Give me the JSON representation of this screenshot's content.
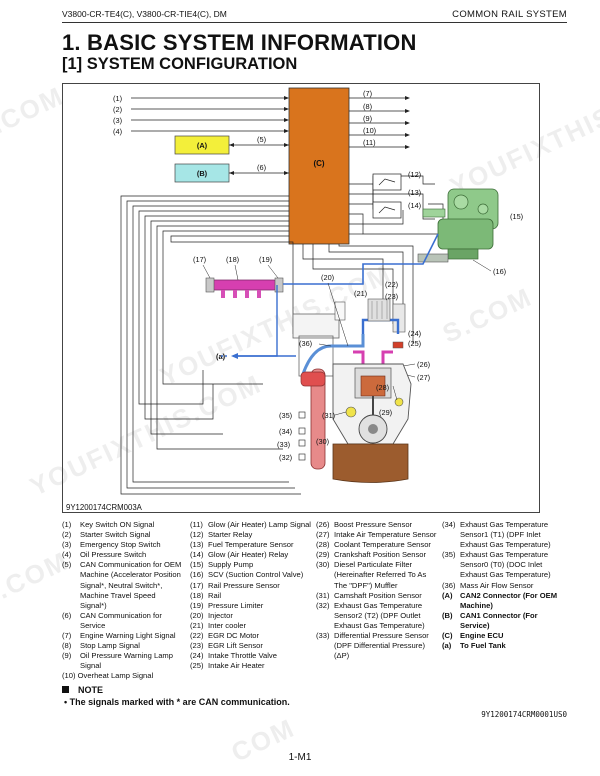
{
  "header": {
    "left": "V3800-CR-TE4(C), V3800-CR-TIE4(C), DM",
    "right": "COMMON RAIL SYSTEM"
  },
  "title": "1.   BASIC SYSTEM INFORMATION",
  "subtitle": "[1]   SYSTEM CONFIGURATION",
  "figure": {
    "code": "9Y1200174CRM003A",
    "left_inputs": [
      "(1)",
      "(2)",
      "(3)",
      "(4)"
    ],
    "right_outputs": [
      "(7)",
      "(8)",
      "(9)",
      "(10)",
      "(11)"
    ],
    "box_a": "(A)",
    "box_b": "(B)",
    "box_c": "(C)",
    "line_5": "(5)",
    "line_6": "(6)",
    "callouts": [
      "(12)",
      "(13)",
      "(14)",
      "(15)",
      "(16)",
      "(17)",
      "(18)",
      "(19)",
      "(20)",
      "(21)",
      "(22)",
      "(23)",
      "(24)",
      "(25)",
      "(26)",
      "(27)",
      "(28)",
      "(29)",
      "(30)",
      "(31)",
      "(32)",
      "(33)",
      "(34)",
      "(35)",
      "(36)"
    ],
    "fuel_tank": "(a)",
    "colors": {
      "ecu": "#d9741d",
      "box_a": "#f3ef3a",
      "box_b": "#a6e6e6",
      "pump": "#8fc98a",
      "intake": "#5a8fd6",
      "egr": "#d63fb0",
      "engine": "#cc6a3c",
      "oilpan": "#9c5c2e"
    }
  },
  "legend": {
    "col1": [
      {
        "n": "(1)",
        "t": "Key Switch ON Signal"
      },
      {
        "n": "(2)",
        "t": "Starter Switch Signal"
      },
      {
        "n": "(3)",
        "t": "Emergency Stop Switch"
      },
      {
        "n": "(4)",
        "t": "Oil Pressure Switch"
      },
      {
        "n": "(5)",
        "t": "CAN Communication for OEM Machine (Accelerator Position Signal*, Neutral Switch*, Machine Travel Speed Signal*)"
      },
      {
        "n": "(6)",
        "t": "CAN Communication for Service"
      },
      {
        "n": "(7)",
        "t": "Engine Warning Light Signal"
      },
      {
        "n": "(8)",
        "t": "Stop Lamp Signal"
      },
      {
        "n": "(9)",
        "t": "Oil Pressure Warning Lamp Signal"
      },
      {
        "n": "",
        "t": "(10) Overheat Lamp Signal"
      }
    ],
    "col2": [
      {
        "n": "(11)",
        "t": "Glow (Air Heater) Lamp Signal"
      },
      {
        "n": "(12)",
        "t": "Starter Relay"
      },
      {
        "n": "(13)",
        "t": "Fuel Temperature Sensor"
      },
      {
        "n": "(14)",
        "t": "Glow (Air Heater) Relay"
      },
      {
        "n": "(15)",
        "t": "Supply Pump"
      },
      {
        "n": "(16)",
        "t": "SCV (Suction Control Valve)"
      },
      {
        "n": "(17)",
        "t": "Rail Pressure Sensor"
      },
      {
        "n": "(18)",
        "t": "Rail"
      },
      {
        "n": "(19)",
        "t": "Pressure Limiter"
      },
      {
        "n": "(20)",
        "t": "Injector"
      },
      {
        "n": "(21)",
        "t": "Inter cooler"
      },
      {
        "n": "(22)",
        "t": "EGR DC Motor"
      },
      {
        "n": "(23)",
        "t": "EGR Lift Sensor"
      },
      {
        "n": "(24)",
        "t": "Intake Throttle Valve"
      },
      {
        "n": "(25)",
        "t": "Intake Air Heater"
      }
    ],
    "col3": [
      {
        "n": "(26)",
        "t": "Boost Pressure Sensor"
      },
      {
        "n": "(27)",
        "t": "Intake Air Temperature Sensor"
      },
      {
        "n": "(28)",
        "t": "Coolant Temperature Sensor"
      },
      {
        "n": "(29)",
        "t": "Crankshaft Position Sensor"
      },
      {
        "n": "(30)",
        "t": "Diesel Particulate Filter (Hereinafter Referred To As The \"DPF\") Muffler"
      },
      {
        "n": "(31)",
        "t": "Camshaft Position Sensor"
      },
      {
        "n": "(32)",
        "t": "Exhaust Gas Temperature Sensor2 (T2) (DPF Outlet Exhaust Gas Temperature)"
      },
      {
        "n": "(33)",
        "t": "Differential Pressure Sensor (DPF Differential Pressure) (ΔP)"
      }
    ],
    "col4": [
      {
        "n": "(34)",
        "t": "Exhaust Gas Temperature Sensor1 (T1) (DPF Inlet Exhaust Gas Temperature)",
        "b": false
      },
      {
        "n": "(35)",
        "t": "Exhaust Gas Temperature Sensor0 (T0) (DOC Inlet Exhaust Gas Temperature)",
        "b": false
      },
      {
        "n": "(36)",
        "t": "Mass Air Flow Sensor",
        "b": false
      },
      {
        "n": "(A)",
        "t": "CAN2 Connector (For OEM Machine)",
        "b": true
      },
      {
        "n": "(B)",
        "t": "CAN1 Connector (For Service)",
        "b": true
      },
      {
        "n": "(C)",
        "t": "Engine ECU",
        "b": true
      },
      {
        "n": "(a)",
        "t": "To Fuel Tank",
        "b": true
      }
    ]
  },
  "note": {
    "label": "NOTE",
    "bullet": "•   The signals marked with * are CAN communication."
  },
  "doc_code": "9Y1200174CRM0001US0",
  "page_number": "1-M1",
  "watermarks": [
    "YOUFIXTHIS.COM",
    ".COM",
    "YOUFIXTHIS.COM",
    "S.COM",
    "YOUFIXTHIS.COM",
    ".COM",
    "COM"
  ]
}
